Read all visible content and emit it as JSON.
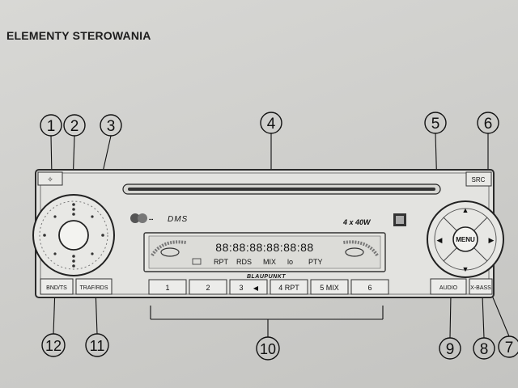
{
  "page": {
    "heading": "ELEMENTY STEROWANIA"
  },
  "callouts": [
    "1",
    "2",
    "3",
    "4",
    "5",
    "6",
    "7",
    "8",
    "9",
    "10",
    "11",
    "12"
  ],
  "radio": {
    "brand": "BLAUPUNKT",
    "dms": "DMS",
    "power_label": "4 x 40W",
    "top_left_button": " ",
    "src_button": "SRC",
    "menu_button": "MENU",
    "bnd_ts_button": "BND/TS",
    "traf_rds_button": "TRAF/RDS",
    "audio_button": "AUDIO",
    "xbass_button": "X-BASS",
    "preset_buttons": [
      "1",
      "2",
      "3",
      "4 RPT",
      "5 MIX",
      "6"
    ],
    "display_text": [
      "RPT",
      "RDS",
      "MIX",
      "lo",
      "PTY"
    ],
    "display_segments": "88:88:88:88:88:88"
  },
  "colors": {
    "paper": "#d0d0cd",
    "ink": "#111111",
    "display_bg": "#e2e2de"
  }
}
